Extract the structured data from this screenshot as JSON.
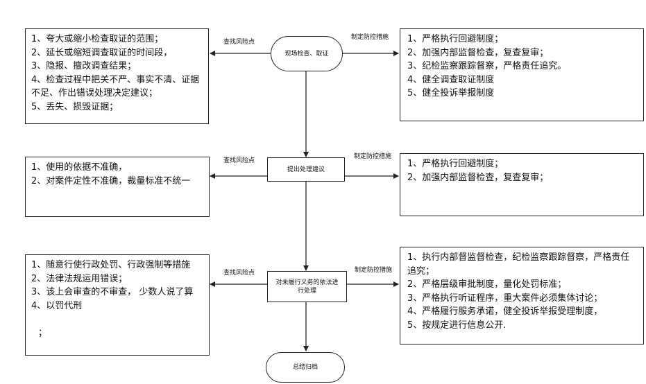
{
  "flow": {
    "start": "现场检查、取证",
    "step2": "提出处理建议",
    "step3": "对未履行义务的依法进行处理",
    "end": "总结归档",
    "label_risk": "查找风险点",
    "label_measure": "制定防控措施"
  },
  "risk1": [
    "1、夸大或缩小检查取证的范围；",
    "2、延长或缩短调查取证的时间段，",
    "3、隐报、擅改调查结果；",
    "4、检查过程中把关不严、事实不清、证据不足、作出错误处理决定建议；",
    "5、丢失、损毁证据；"
  ],
  "measure1": [
    "1、严格执行回避制度；",
    "2、加强内部监督检查，复查复审；",
    "3、纪检监察跟踪督察，严格责任追究。",
    "4、健全调查取证制度",
    "5、健全投诉举报制度"
  ],
  "risk2": [
    "1、使用的依据不准确，",
    "2、对案件定性不准确，裁量标准不统一"
  ],
  "measure2": [
    "1、严格执行回避制度；",
    "2、加强内部监督检查，复查复审；"
  ],
  "risk3": [
    "1、随意行使行政处罚、行政强制等措施",
    "2、法律法规运用错误；",
    "3、该上会审查的不审查， 少数人说了算",
    "4、以罚代刑",
    "",
    "；"
  ],
  "measure3": [
    "1、执行内部督监督检查，纪检监察跟踪督察，严格责任追究；",
    "2、严格层级审批制度，量化处罚标准；",
    "3、严格执行听证程序，重大案件必须集体讨论；",
    "4、严格履行服务承诺，健全投诉举报受理制度，",
    "5、按规定进行信息公开."
  ]
}
